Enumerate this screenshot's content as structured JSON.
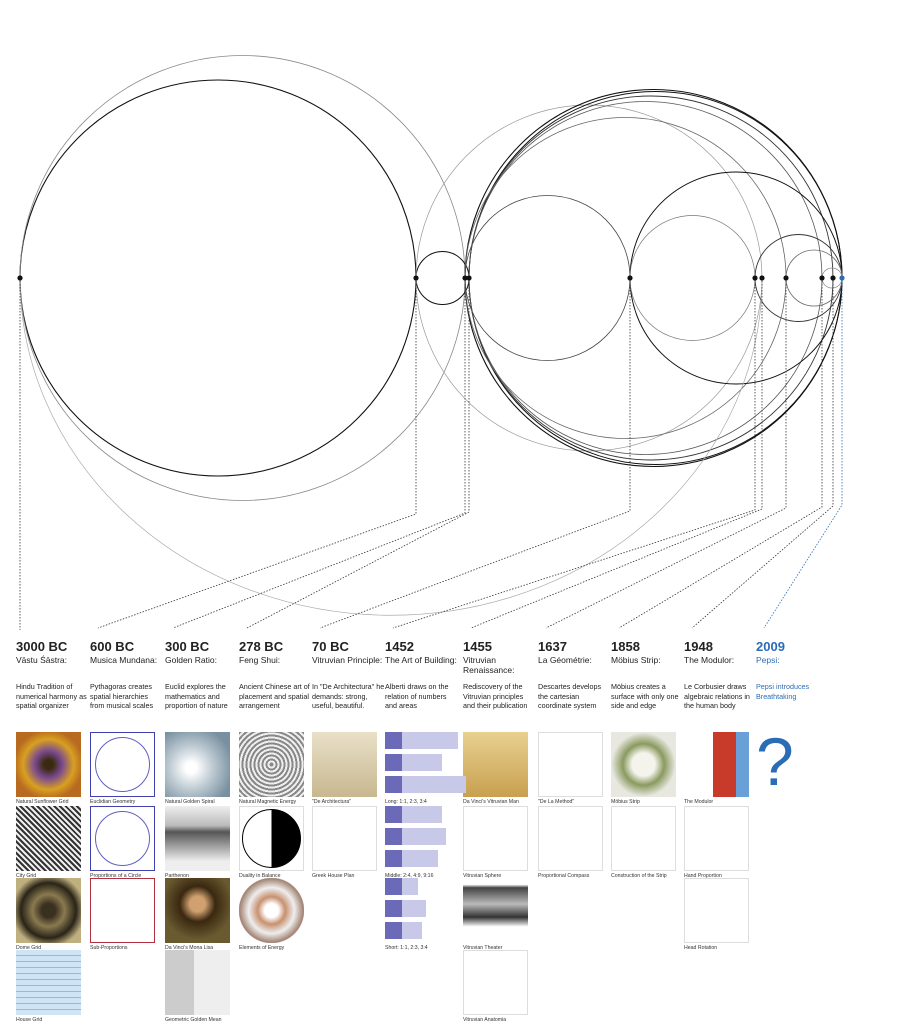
{
  "timeline": [
    {
      "year": "3000 BC",
      "title": "Vāstu Śāstra:",
      "desc": "Hindu Tradition of numerical harmony as spatial organizer"
    },
    {
      "year": "600 BC",
      "title": "Musica Mundana:",
      "desc": "Pythagoras creates spatial hierarchies from musical scales"
    },
    {
      "year": "300 BC",
      "title": "Golden Ratio:",
      "desc": "Euclid explores the mathematics and proportion of nature"
    },
    {
      "year": "278 BC",
      "title": "Feng Shui:",
      "desc": "Ancient Chinese art of placement and spatial arrangement"
    },
    {
      "year": "70 BC",
      "title": "Vitruvian Principle:",
      "desc": "In \"De Architectura\" he demands: strong, useful, beautiful."
    },
    {
      "year": "1452",
      "title": "The Art of Building:",
      "desc": "Alberti draws on the relation of numbers and areas"
    },
    {
      "year": "1455",
      "title": "Vitruvian Renaissance:",
      "desc": "Rediscovery of the Vitruvian principles and their publication"
    },
    {
      "year": "1637",
      "title": "La Géométrie:",
      "desc": "Descartes develops the cartesian coordinate system"
    },
    {
      "year": "1858",
      "title": "Möbius Strip:",
      "desc": "Möbius creates a surface with only one side and edge"
    },
    {
      "year": "1948",
      "title": "The Modulor:",
      "desc": "Le Corbusier draws algebraic relations in the human body"
    },
    {
      "year": "2009",
      "title": "Pepsi:",
      "desc": "Pepsi introduces Breathtaking"
    }
  ],
  "images": [
    [
      "Natural Sunflower Grid",
      "City Grid",
      "Dome Grid",
      "House Grid"
    ],
    [
      "Euclidian Geometry",
      "Proportions of a Circle",
      "Sub-Proportions"
    ],
    [
      "Natural Golden Spiral",
      "Parthenon",
      "Da Vinci's Mona Lisa",
      "Geometric Golden Mean"
    ],
    [
      "Natural Magnetic Energy",
      "Duality in Balance",
      "Elements of Energy"
    ],
    [
      "\"De Architectura\"",
      "Greek House Plan"
    ],
    [
      "Long: 1:1, 2:3, 3:4",
      "Middle: 2:4, 4:9, 9:16",
      "Short: 1:1, 2:3, 3:4"
    ],
    [
      "Da Vinci's Vitruvian Man",
      "Vitruvian Sphere",
      "Vitruvian Theater",
      "Vitruvian Anatomia"
    ],
    [
      "\"De La Method\"",
      "Proportional Compass"
    ],
    [
      "Möbius Strip",
      "Construction of the Strip"
    ],
    [
      "The Modulor",
      "Hand Proportion",
      "Head Rotation"
    ],
    []
  ],
  "pepsi_glyph": "?",
  "colors": {
    "accent": "#2a6db5",
    "ratio": "#6a6ab8"
  }
}
